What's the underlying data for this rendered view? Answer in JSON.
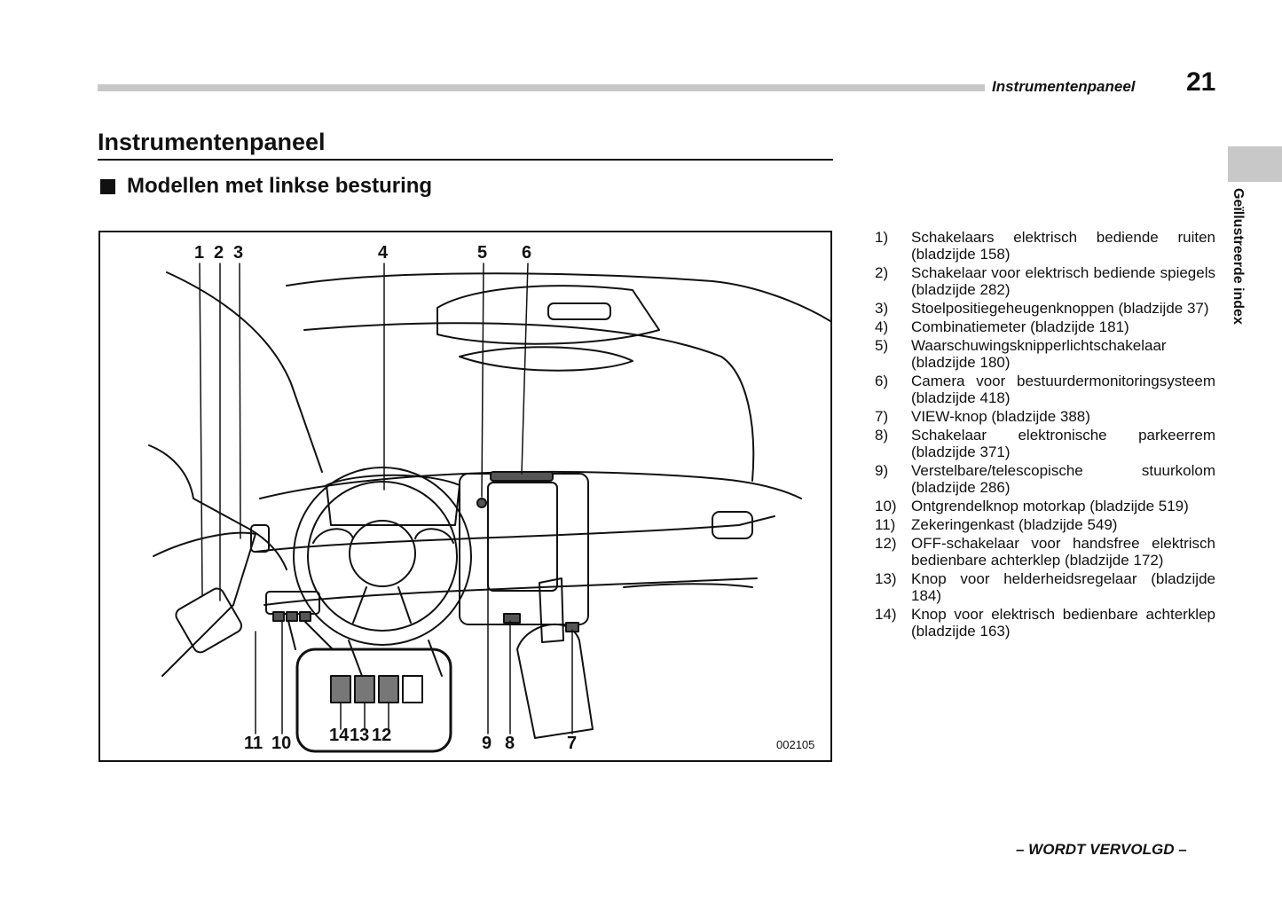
{
  "header": {
    "section": "Instrumentenpaneel",
    "page_number": "21"
  },
  "side_tab": {
    "label": "Geïllustreerde index"
  },
  "title": "Instrumentenpaneel",
  "subtitle": "Modellen met linkse besturing",
  "figure": {
    "code": "002105",
    "callouts": [
      "1",
      "2",
      "3",
      "4",
      "5",
      "6",
      "7",
      "8",
      "9",
      "10",
      "11",
      "12",
      "13",
      "14"
    ]
  },
  "legend": [
    {
      "num": "1)",
      "text": "Schakelaars elektrisch bediende ruiten (bladzijde 158)"
    },
    {
      "num": "2)",
      "text": "Schakelaar voor elektrisch bediende spiegels (bladzijde 282)"
    },
    {
      "num": "3)",
      "text": "Stoelpositiegeheugenknoppen (bladzijde 37)"
    },
    {
      "num": "4)",
      "text": "Combinatiemeter (bladzijde 181)"
    },
    {
      "num": "5)",
      "text": "Waarschuwingsknipperlichtschakelaar (bladzijde 180)"
    },
    {
      "num": "6)",
      "text": "Camera voor bestuurdermonitoringsysteem (bladzijde 418)"
    },
    {
      "num": "7)",
      "text": "VIEW-knop (bladzijde 388)"
    },
    {
      "num": "8)",
      "text": "Schakelaar elektronische parkeerrem (bladzijde 371)"
    },
    {
      "num": "9)",
      "text": "Verstelbare/telescopische stuurkolom (bladzijde 286)"
    },
    {
      "num": "10)",
      "text": "Ontgrendelknop motorkap (bladzijde 519)"
    },
    {
      "num": "11)",
      "text": "Zekeringenkast (bladzijde 549)"
    },
    {
      "num": "12)",
      "text": "OFF-schakelaar voor handsfree elektrisch bedienbare achterklep (bladzijde 172)"
    },
    {
      "num": "13)",
      "text": "Knop voor helderheidsregelaar (bladzijde 184)"
    },
    {
      "num": "14)",
      "text": "Knop voor elektrisch bedienbare achterklep (bladzijde 163)"
    }
  ],
  "footer": {
    "continued": "– WORDT VERVOLGD –"
  }
}
